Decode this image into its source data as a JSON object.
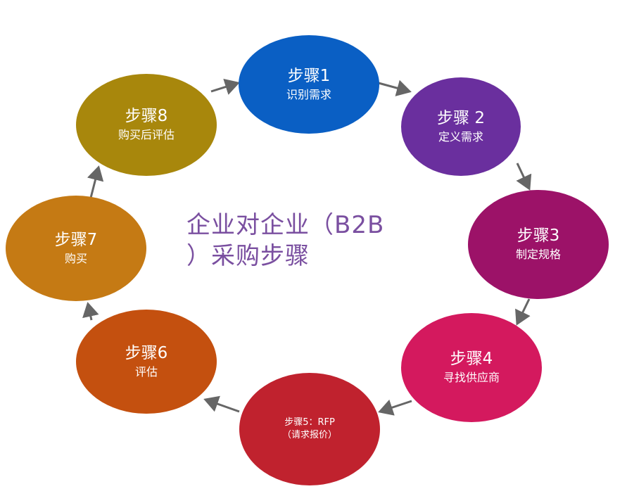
{
  "title": {
    "line1": "企业对企业（B2B",
    "line2": "）采购步骤"
  },
  "steps": [
    {
      "label": "步骤1",
      "desc": "识别需求",
      "color": "#0a5fc4"
    },
    {
      "label": "步骤 2",
      "desc": "定义需求",
      "color": "#6a2f9e"
    },
    {
      "label": "步骤3",
      "desc": "制定规格",
      "color": "#9c1268"
    },
    {
      "label": "步骤4",
      "desc": "寻找供应商",
      "color": "#d4195e"
    },
    {
      "label": "步骤5：RFP",
      "desc": "（请求报价）",
      "color": "#c0222e"
    },
    {
      "label": "步骤6",
      "desc": "评估",
      "color": "#c4500f"
    },
    {
      "label": "步骤7",
      "desc": "购买",
      "color": "#c57a14"
    },
    {
      "label": "步骤8",
      "desc": "购买后评估",
      "color": "#a8870c"
    }
  ]
}
